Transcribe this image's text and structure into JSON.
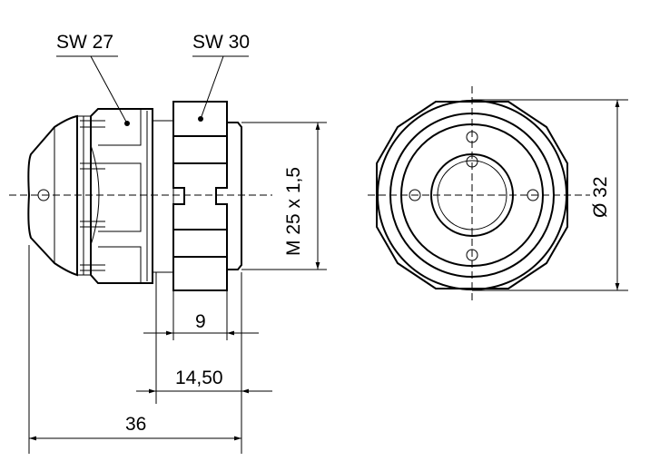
{
  "labels": {
    "sw27": "SW 27",
    "sw30": "SW 30",
    "thread": "M 25 x 1,5",
    "diameter": "Ø 32",
    "dim_9": "9",
    "dim_14_50": "14,50",
    "dim_36": "36"
  }
}
